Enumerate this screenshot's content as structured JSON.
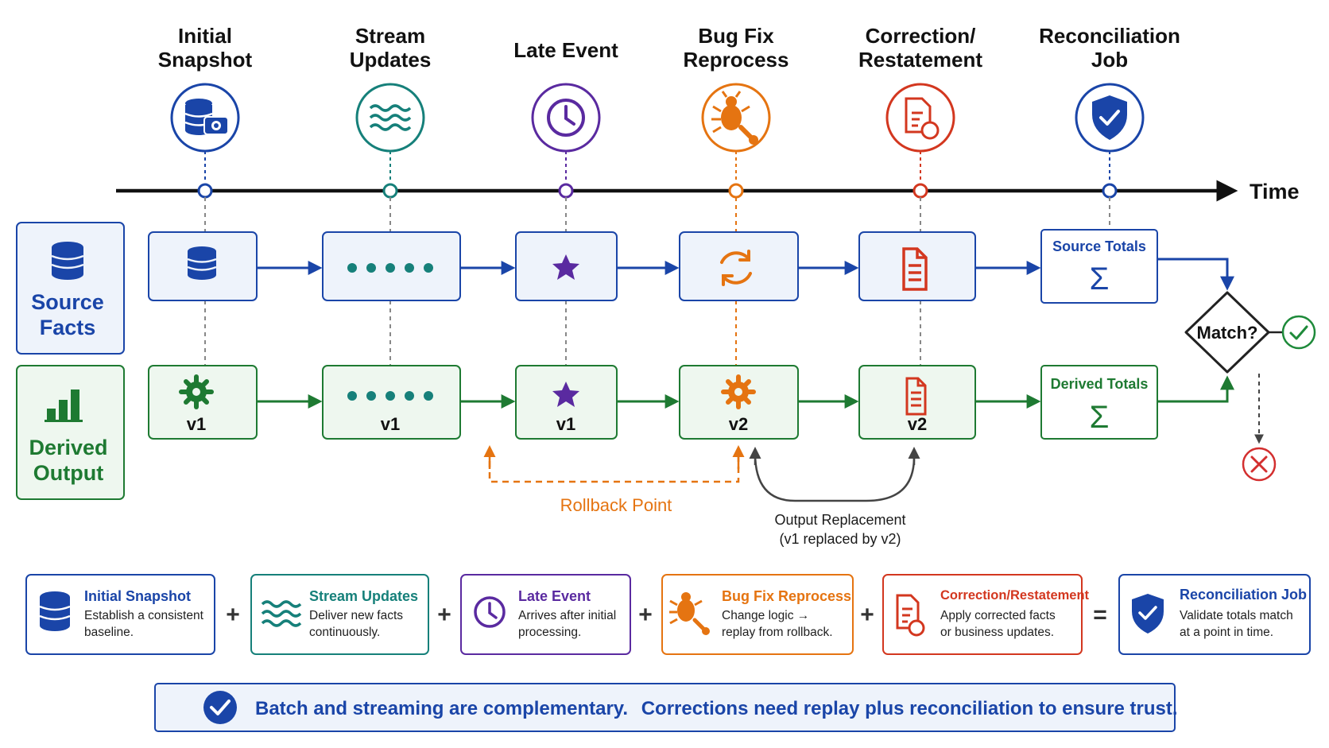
{
  "stages": [
    {
      "title": [
        "Initial",
        "Snapshot"
      ],
      "color": "#1a45a8",
      "icon": "database-camera-icon"
    },
    {
      "title": [
        "Stream",
        "Updates"
      ],
      "color": "#16807a",
      "icon": "waves-icon"
    },
    {
      "title": [
        "Late Event"
      ],
      "color": "#5a2aa0",
      "icon": "clock-icon"
    },
    {
      "title": [
        "Bug Fix",
        "Reprocess"
      ],
      "color": "#e57411",
      "icon": "bug-wrench-icon"
    },
    {
      "title": [
        "Correction/",
        "Restatement"
      ],
      "color": "#d3371f",
      "icon": "document-refresh-icon"
    },
    {
      "title": [
        "Reconciliation",
        "Job"
      ],
      "color": "#1a45a8",
      "icon": "shield-check-icon"
    }
  ],
  "timeline": {
    "label": "Time"
  },
  "rows": {
    "source": {
      "label": [
        "Source",
        "Facts"
      ],
      "color": "#1a45a8"
    },
    "derived": {
      "label": [
        "Derived",
        "Output"
      ],
      "color": "#1e7a32"
    }
  },
  "versions": [
    "v1",
    "v1",
    "v1",
    "v2",
    "v2"
  ],
  "totals": {
    "source": "Source Totals",
    "derived": "Derived Totals",
    "symbol": "Σ"
  },
  "match": {
    "label": "Match?"
  },
  "rollback": {
    "label": "Rollback Point"
  },
  "replacement": {
    "line1": "Output Replacement",
    "line2": "(v1 replaced by v2)"
  },
  "legend": [
    {
      "title": "Initial Snapshot",
      "desc": [
        "Establish a consistent",
        "baseline."
      ],
      "color": "#1a45a8",
      "op": "+"
    },
    {
      "title": "Stream Updates",
      "desc": [
        "Deliver new facts",
        "continuously."
      ],
      "color": "#16807a",
      "op": "+"
    },
    {
      "title": "Late Event",
      "desc": [
        "Arrives after initial",
        "processing."
      ],
      "color": "#5a2aa0",
      "op": "+"
    },
    {
      "title": "Bug Fix Reprocess",
      "desc": [
        "Change logic →",
        "replay from rollback."
      ],
      "color": "#e57411",
      "op": "+"
    },
    {
      "title": "Correction/Restatement",
      "desc": [
        "Apply corrected facts",
        "or business updates."
      ],
      "color": "#d3371f",
      "op": "="
    },
    {
      "title": "Reconciliation Job",
      "desc": [
        "Validate totals match",
        "at a point in time."
      ],
      "color": "#1a45a8",
      "op": ""
    }
  ],
  "banner": {
    "part1": "Batch and streaming are complementary.",
    "part2": "Corrections need replay plus reconciliation to ensure trust.",
    "color": "#1a45a8"
  }
}
